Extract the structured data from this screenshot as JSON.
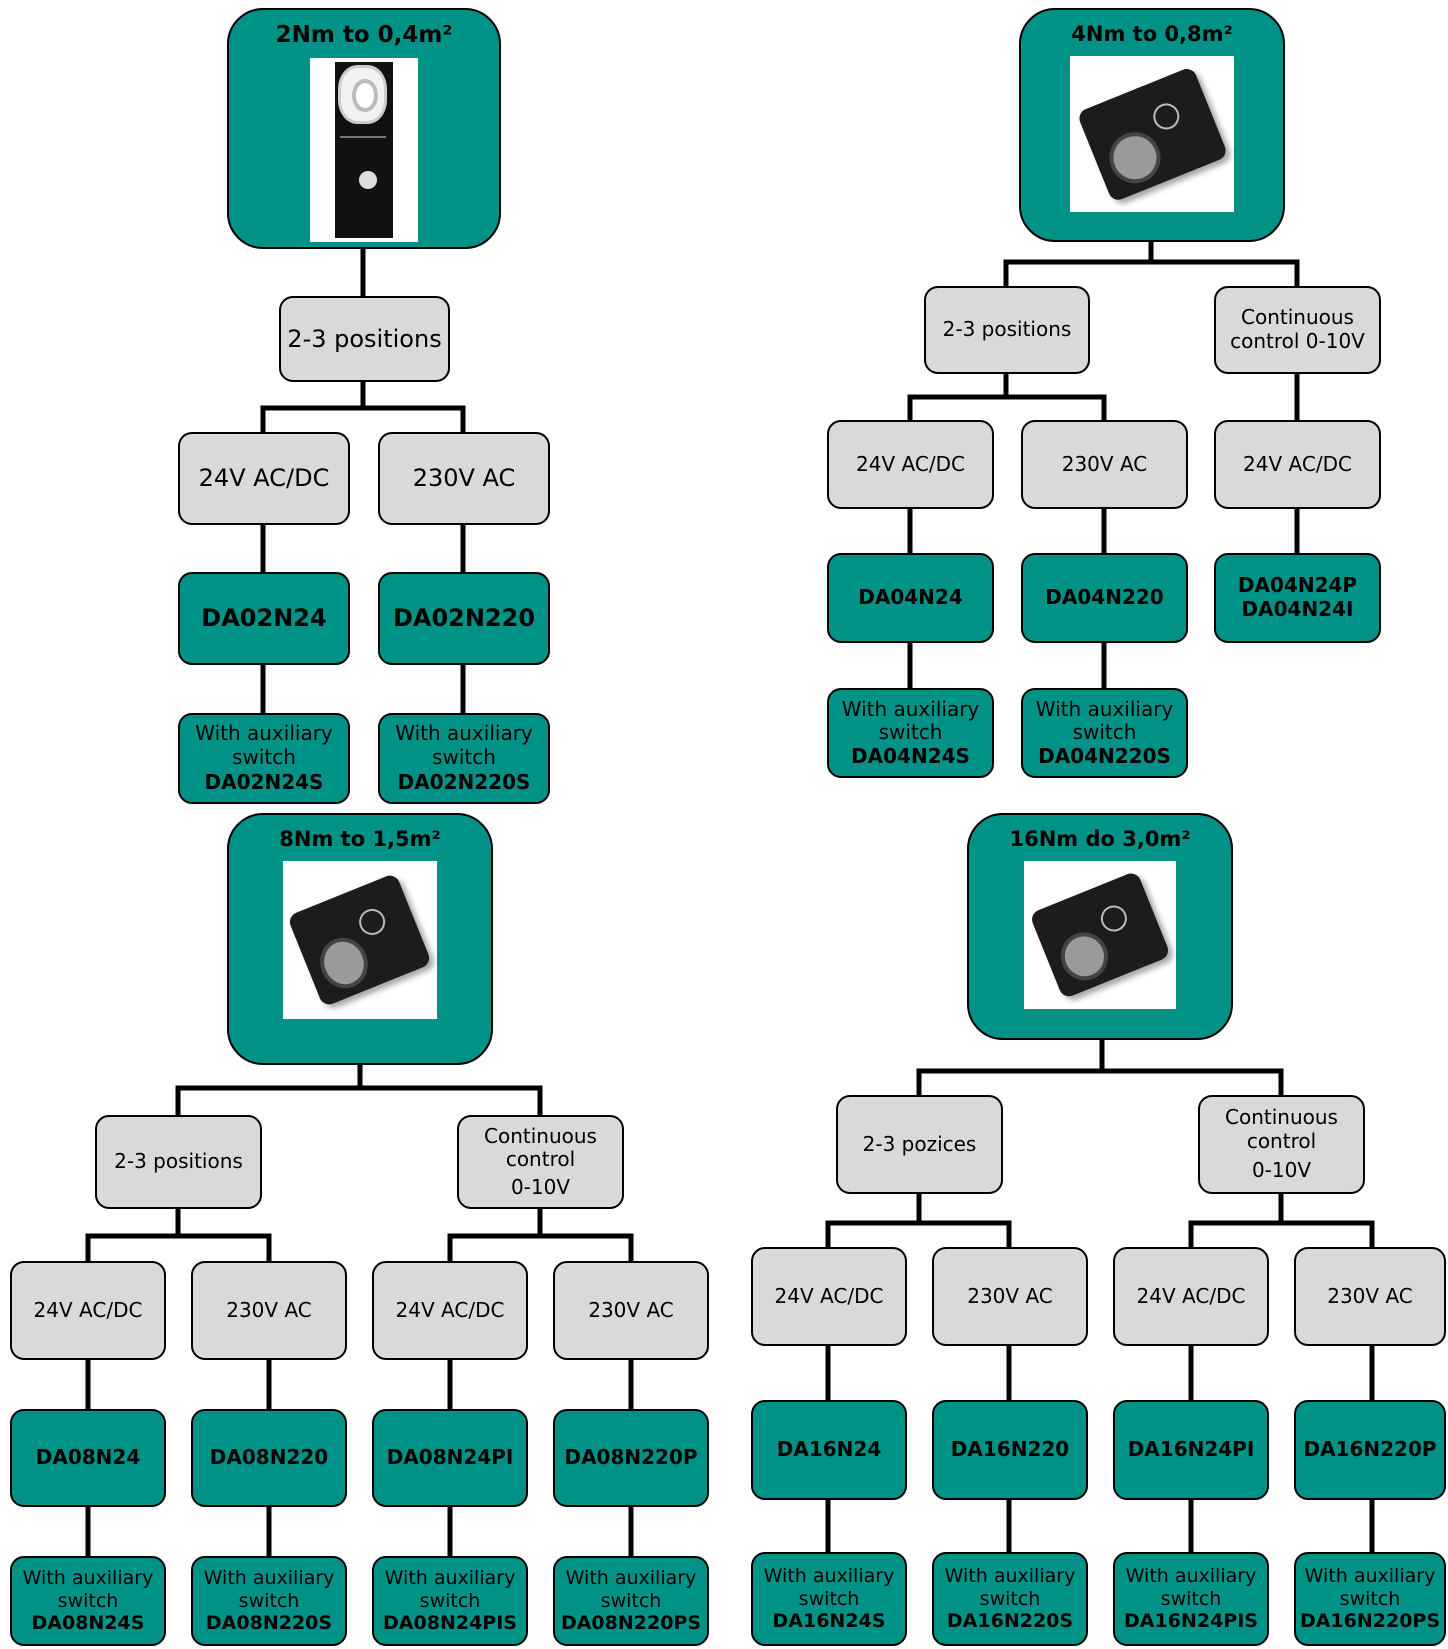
{
  "colors": {
    "primary": "#009187",
    "secondary": "#d9d9d9",
    "outline": "#000000"
  },
  "diagram_2nm": {
    "title": "2Nm to 0,4m²",
    "mode": "2-3 positions",
    "v24": "24V AC/DC",
    "v230": "230V AC",
    "m24": "DA02N24",
    "m230": "DA02N220",
    "aux_text": "With auxiliary switch",
    "aux24": "DA02N24S",
    "aux230": "DA02N220S"
  },
  "diagram_4nm": {
    "title": "4Nm to 0,8m²",
    "mode_pos": "2-3 positions",
    "mode_cont": "Continuous control 0-10V",
    "v24": "24V AC/DC",
    "v230": "230V AC",
    "cont_v24": "24V AC/DC",
    "m24": "DA04N24",
    "m230": "DA04N220",
    "m24p": "DA04N24P",
    "m24i": "DA04N24I",
    "aux_text": "With auxiliary switch",
    "aux24": "DA04N24S",
    "aux230": "DA04N220S"
  },
  "diagram_8nm": {
    "title": "8Nm to 1,5m²",
    "mode_pos": "2-3 positions",
    "mode_cont_a": "Continuous control",
    "mode_cont_b": "0-10V",
    "v24": "24V AC/DC",
    "v230": "230V AC",
    "cont_v24": "24V AC/DC",
    "cont_v230": "230V AC",
    "m24": "DA08N24",
    "m230": "DA08N220",
    "m24pi": "DA08N24PI",
    "m230p": "DA08N220P",
    "aux_text": "With auxiliary switch",
    "aux24": "DA08N24S",
    "aux230": "DA08N220S",
    "aux24pi": "DA08N24PIS",
    "aux230p": "DA08N220PS"
  },
  "diagram_16nm": {
    "title": "16Nm do 3,0m²",
    "mode_pos": "2-3 pozices",
    "mode_cont_a": "Continuous control",
    "mode_cont_b": "0-10V",
    "v24": "24V AC/DC",
    "v230": "230V AC",
    "cont_v24": "24V AC/DC",
    "cont_v230": "230V AC",
    "m24": "DA16N24",
    "m230": "DA16N220",
    "m24pi": "DA16N24PI",
    "m230p": "DA16N220P",
    "aux_text": "With auxiliary switch",
    "aux24": "DA16N24S",
    "aux230": "DA16N220S",
    "aux24pi": "DA16N24PIS",
    "aux230p": "DA16N220PS"
  }
}
